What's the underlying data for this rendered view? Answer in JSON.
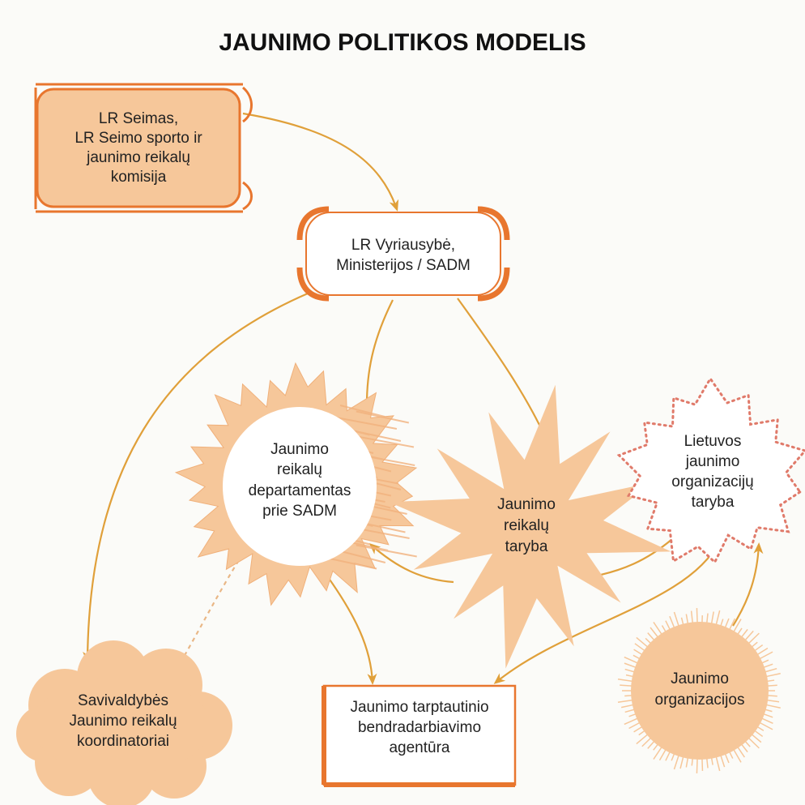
{
  "title": "JAUNIMO POLITIKOS MODELIS",
  "nodes": {
    "seimas": {
      "lines": [
        "LR Seimas,",
        "LR Seimo sporto ir",
        "jaunimo reikalų",
        "komisija"
      ]
    },
    "vyriausybe": {
      "lines": [
        "LR Vyriausybė,",
        "Ministerijos / SADM"
      ]
    },
    "departamentas": {
      "lines": [
        "Jaunimo",
        "reikalų",
        "departamentas",
        "prie SADM"
      ]
    },
    "taryba": {
      "lines": [
        "Jaunimo",
        "reikalų",
        "taryba"
      ]
    },
    "ljot": {
      "lines": [
        "Lietuvos",
        "jaunimo",
        "organizacijų",
        "taryba"
      ]
    },
    "savivaldybes": {
      "lines": [
        "Savivaldybės",
        "Jaunimo reikalų",
        "koordinatoriai"
      ]
    },
    "agentura": {
      "lines": [
        "Jaunimo tarptautinio",
        "bendradarbiavimo",
        "agentūra"
      ]
    },
    "organizacijos": {
      "lines": [
        "Jaunimo",
        "organizacijos"
      ]
    }
  },
  "colors": {
    "accent": "#e8762e",
    "fill": "#f6c79a",
    "arrow": "#e0a03a",
    "dotted": "#e07a6a"
  }
}
